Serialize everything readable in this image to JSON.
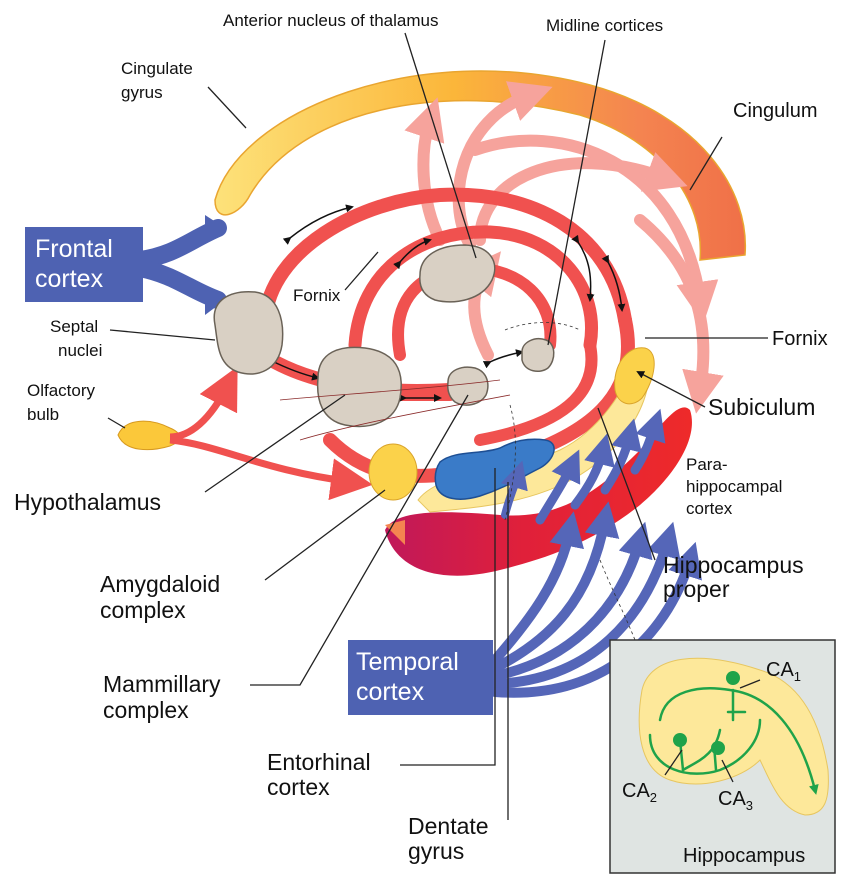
{
  "labels": {
    "anterior_nucleus": "Anterior nucleus of thalamus",
    "midline_cortices": "Midline cortices",
    "cingulate_gyrus": [
      "Cingulate",
      "gyrus"
    ],
    "cingulum": "Cingulum",
    "frontal_cortex": [
      "Frontal",
      "cortex"
    ],
    "fornix_left": "Fornix",
    "fornix_right": "Fornix",
    "septal_nuclei": [
      "Septal",
      "nuclei"
    ],
    "olfactory_bulb": [
      "Olfactory",
      "bulb"
    ],
    "subiculum": "Subiculum",
    "parahippocampal": [
      "Para-",
      "hippocampal",
      "cortex"
    ],
    "hypothalamus": "Hypothalamus",
    "amygdaloid": [
      "Amygdaloid",
      "complex"
    ],
    "hippocampus_proper": [
      "Hippocampus",
      "proper"
    ],
    "mammillary": [
      "Mammillary",
      "complex"
    ],
    "temporal_cortex": [
      "Temporal",
      "cortex"
    ],
    "entorhinal": [
      "Entorhinal",
      "cortex"
    ],
    "dentate": [
      "Dentate",
      "gyrus"
    ]
  },
  "inset": {
    "title": "Hippocampus",
    "ca1": "CA",
    "ca1_sub": "1",
    "ca2": "CA",
    "ca2_sub": "2",
    "ca3": "CA",
    "ca3_sub": "3"
  },
  "colors": {
    "fornix_red": "#f0514f",
    "pink_arrow": "#f6a39c",
    "cingulate_yellow": "#fbc83a",
    "cingulum_orange": "#f48450",
    "frontal_blue": "#4e62b2",
    "nucleus_gray": "#d9d0c4",
    "parahippo_red": "#e8212e",
    "entorhinal_magenta": "#c0185a",
    "dentate_blue": "#3a7bc8",
    "inset_bg": "#dfe4e2",
    "inset_green": "#1fa34a"
  }
}
